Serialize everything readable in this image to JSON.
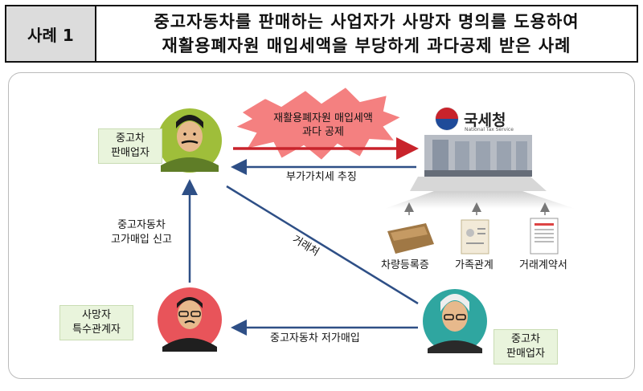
{
  "header": {
    "case_label": "사례 1",
    "title_line1": "중고자동차를 판매하는 사업자가 사망자 명의를 도용하여",
    "title_line2": "재활용폐자원 매입세액을 부당하게 과다공제 받은 사례"
  },
  "nodes": {
    "dealer_top": "중고차\n판매업자",
    "deceased": "사망자\n특수관계자",
    "dealer_bottom": "중고차\n판매업자"
  },
  "tax_office": {
    "name": "국세청",
    "subtitle": "National Tax Service"
  },
  "arrows": {
    "burst": "재활용폐자원 매입세액\n과다 공제",
    "vat_collection": "부가가치세 추징",
    "high_price_report": "중고자동차\n고가매입 신고",
    "transaction": "거래처",
    "low_price_purchase": "중고자동차 저가매입"
  },
  "documents": {
    "doc1": "차량등록증",
    "doc2": "가족관계",
    "doc3": "거래계약서"
  },
  "colors": {
    "arrow_blue": "#2e4f86",
    "arrow_red": "#c8232b",
    "burst_fill": "#f48080",
    "node_bg_green": "#e9f4dc",
    "circle_dealer": "#9fbe3a",
    "circle_deceased": "#e8545a",
    "circle_elder": "#2fa6a0"
  }
}
